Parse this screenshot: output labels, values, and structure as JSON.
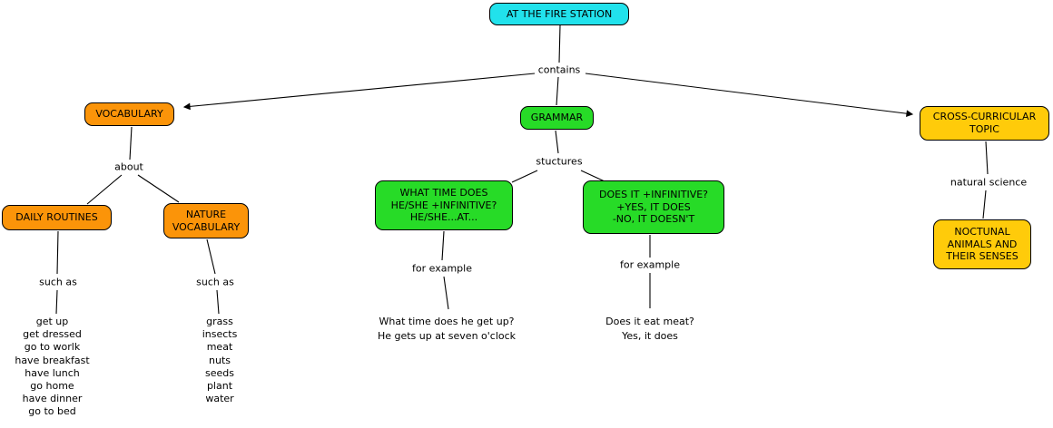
{
  "colors": {
    "root": "#21E2EC",
    "vocabulary": "#FB9409",
    "grammar": "#27DB27",
    "topic": "#FFCB0A"
  },
  "nodes": {
    "root": "AT THE FIRE STATION",
    "vocabulary": "VOCABULARY",
    "grammar": "GRAMMAR",
    "cross_curricular": "CROSS-CURRICULAR\nTOPIC",
    "daily_routines": "DAILY ROUTINES",
    "nature_vocabulary": "NATURE\nVOCABULARY",
    "structure_what_time": "WHAT TIME DOES\nHE/SHE +INFINITIVE?\nHE/SHE...AT...",
    "structure_does_it": "DOES IT +INFINITIVE?\n+YES, IT DOES\n-NO, IT DOESN'T",
    "noctunal_animals": "NOCTUNAL\nANIMALS AND\nTHEIR SENSES"
  },
  "linking_phrases": {
    "contains": "contains",
    "about": "about",
    "such_as_left": "such as",
    "such_as_right": "such as",
    "stuctures": "stuctures",
    "for_example_left": "for example",
    "for_example_right": "for example",
    "natural_science": "natural science"
  },
  "lists": {
    "daily_routines": [
      "get up",
      "get dressed",
      "go to worlk",
      "have breakfast",
      "have lunch",
      "go home",
      "have dinner",
      "go to bed"
    ],
    "nature": [
      "grass",
      "insects",
      "meat",
      "nuts",
      "seeds",
      "plant",
      "water"
    ]
  },
  "examples": {
    "what_time": "What time does he get up?\nHe gets up at seven o'clock",
    "does_it": "Does it eat meat?\nYes, it does"
  }
}
